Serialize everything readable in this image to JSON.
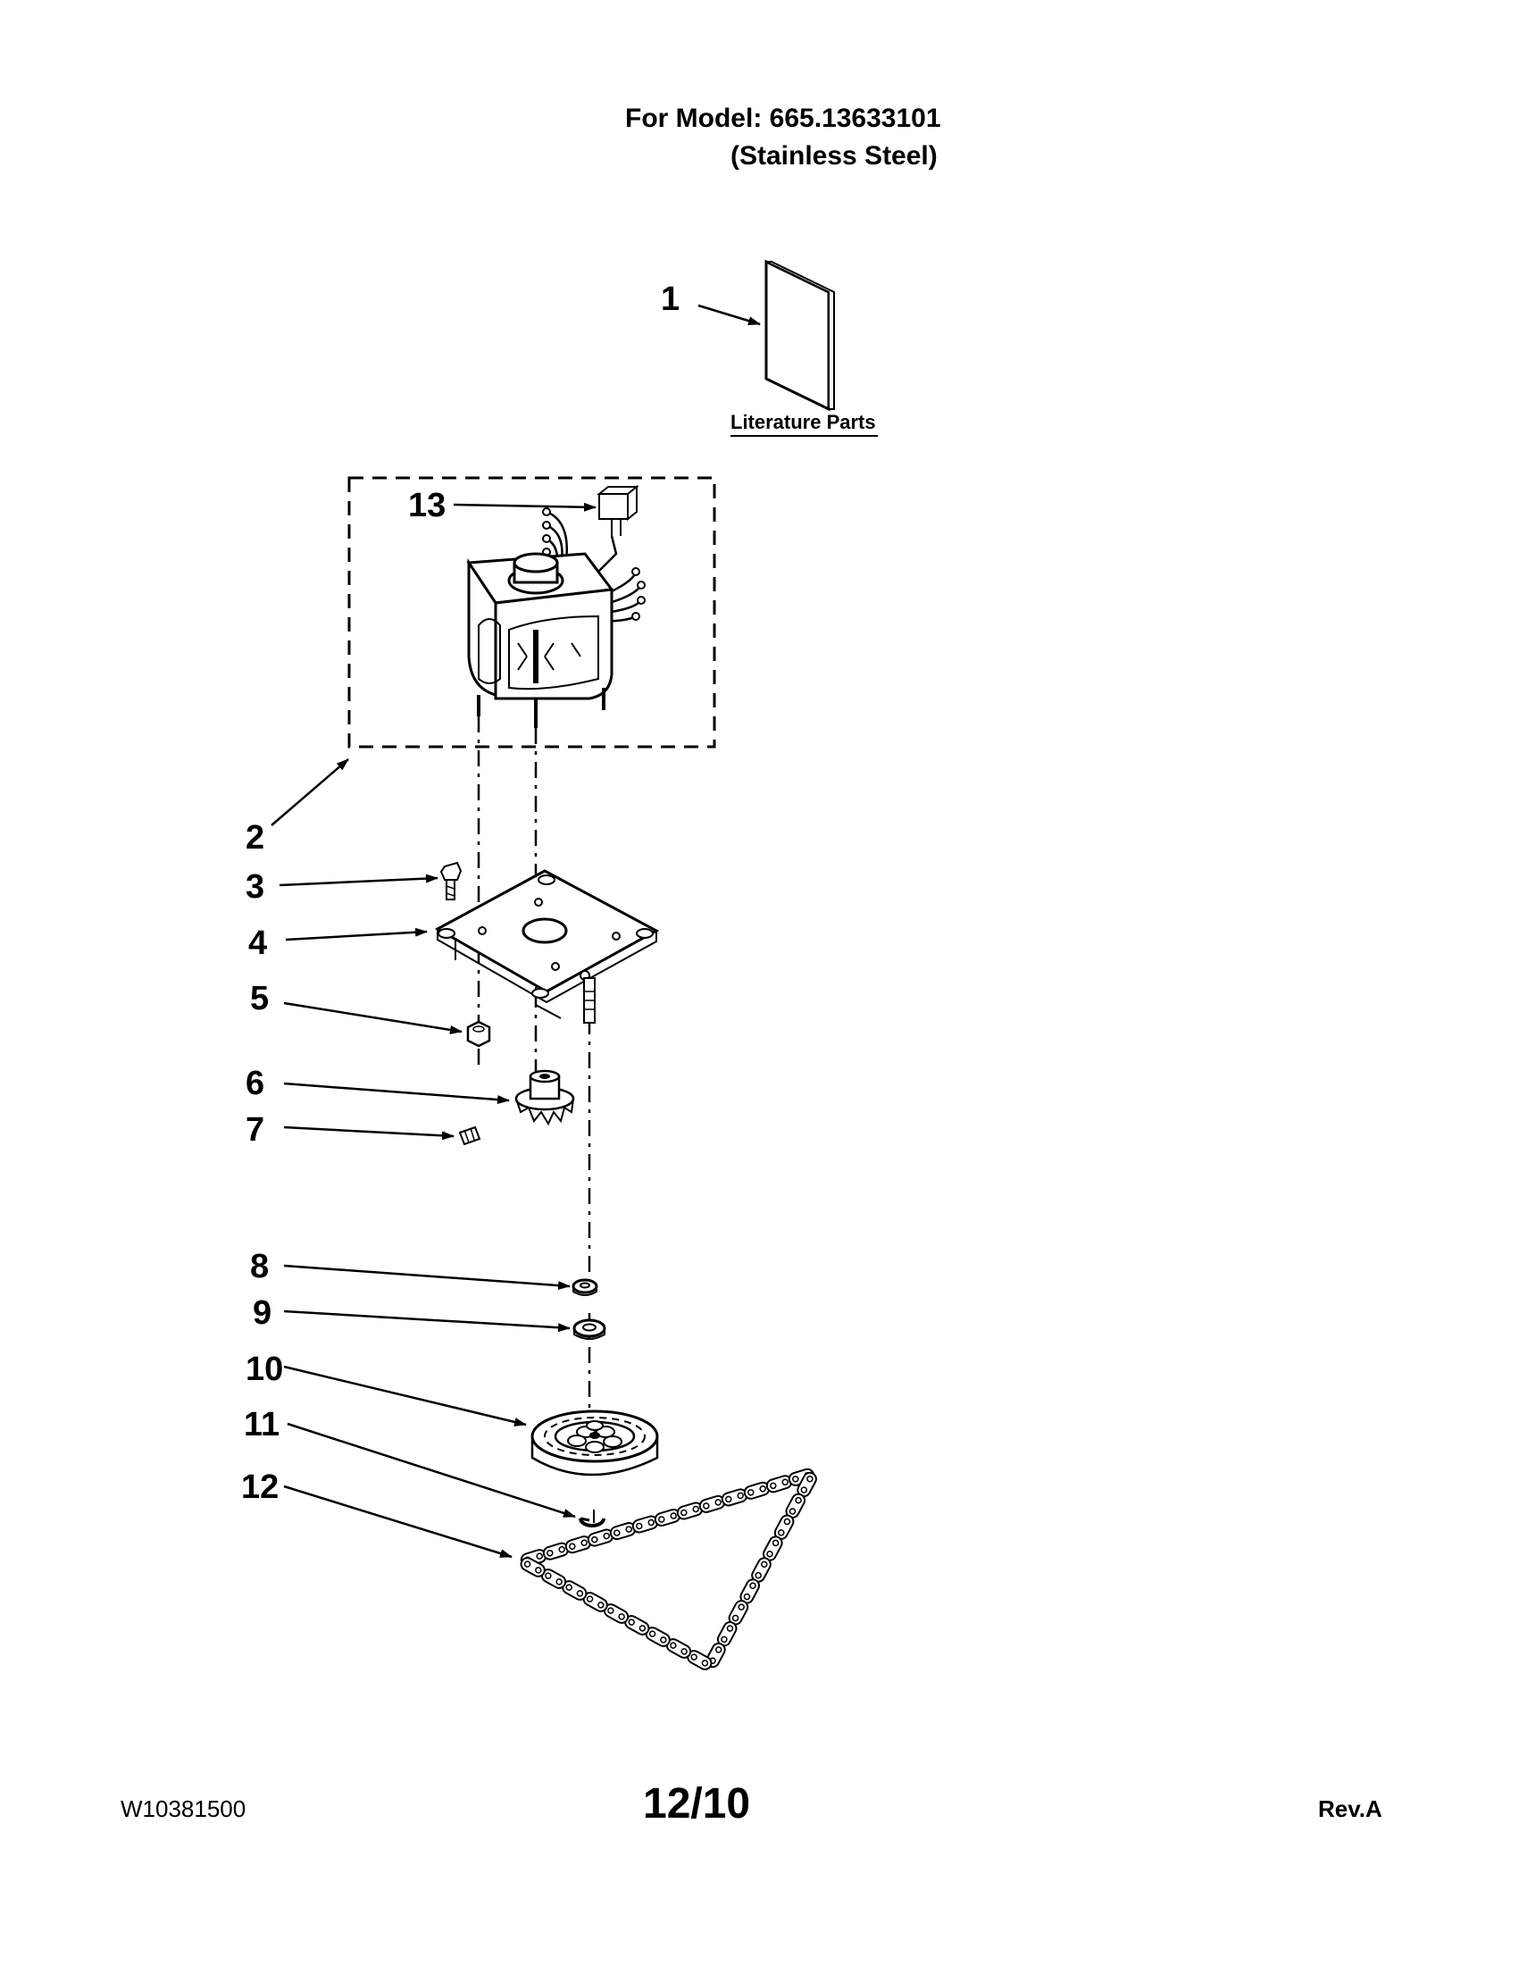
{
  "header": {
    "model_line": "For Model: 665.13633101",
    "finish_line": "(Stainless Steel)"
  },
  "literature_label": "Literature Parts",
  "callouts": [
    "1",
    "2",
    "3",
    "4",
    "5",
    "6",
    "7",
    "8",
    "9",
    "10",
    "11",
    "12",
    "13"
  ],
  "footer": {
    "doc_number": "W10381500",
    "date": "12/10",
    "revision": "Rev.A"
  }
}
